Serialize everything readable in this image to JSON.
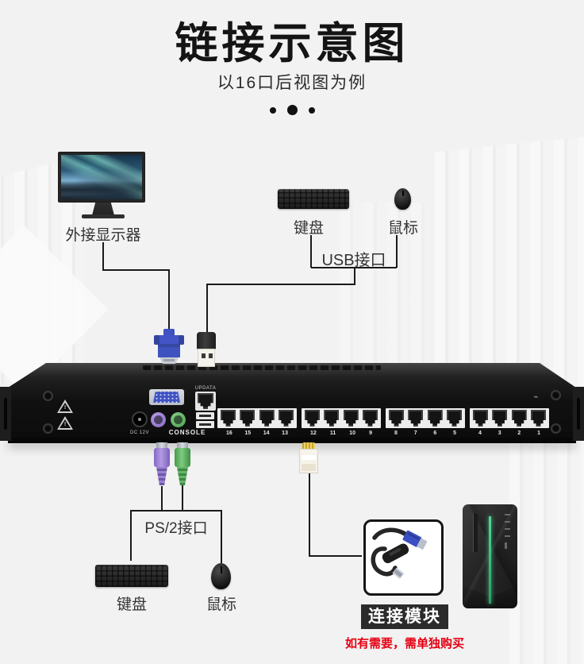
{
  "header": {
    "title": "链接示意图",
    "subtitle": "以16口后视图为例"
  },
  "top": {
    "monitor_label": "外接显示器",
    "keyboard_label": "键盘",
    "mouse_label": "鼠标",
    "usb_label": "USB接口"
  },
  "device": {
    "update_label": "UPDATA",
    "console_label": "CONSOLE",
    "dc_label": "DC 12V",
    "port_groups": [
      [
        "16",
        "15",
        "14",
        "13"
      ],
      [
        "12",
        "11",
        "10",
        "9"
      ],
      [
        "8",
        "7",
        "6",
        "5"
      ],
      [
        "4",
        "3",
        "2",
        "1"
      ]
    ]
  },
  "bottom": {
    "ps2_label": "PS/2接口",
    "keyboard_label": "键盘",
    "mouse_label": "鼠标"
  },
  "module": {
    "label": "连接模块",
    "note": "如有需要，需单独购买"
  },
  "colors": {
    "background": "#f2f2f2",
    "line": "#1a1a1a",
    "note_red": "#e60012",
    "module_label_bg": "#2b2b2b",
    "vga_blue": "#3e52c0",
    "ps2_purple": "#9d82d4",
    "ps2_green": "#62b766",
    "tower_accent_green": "#3fc482"
  }
}
